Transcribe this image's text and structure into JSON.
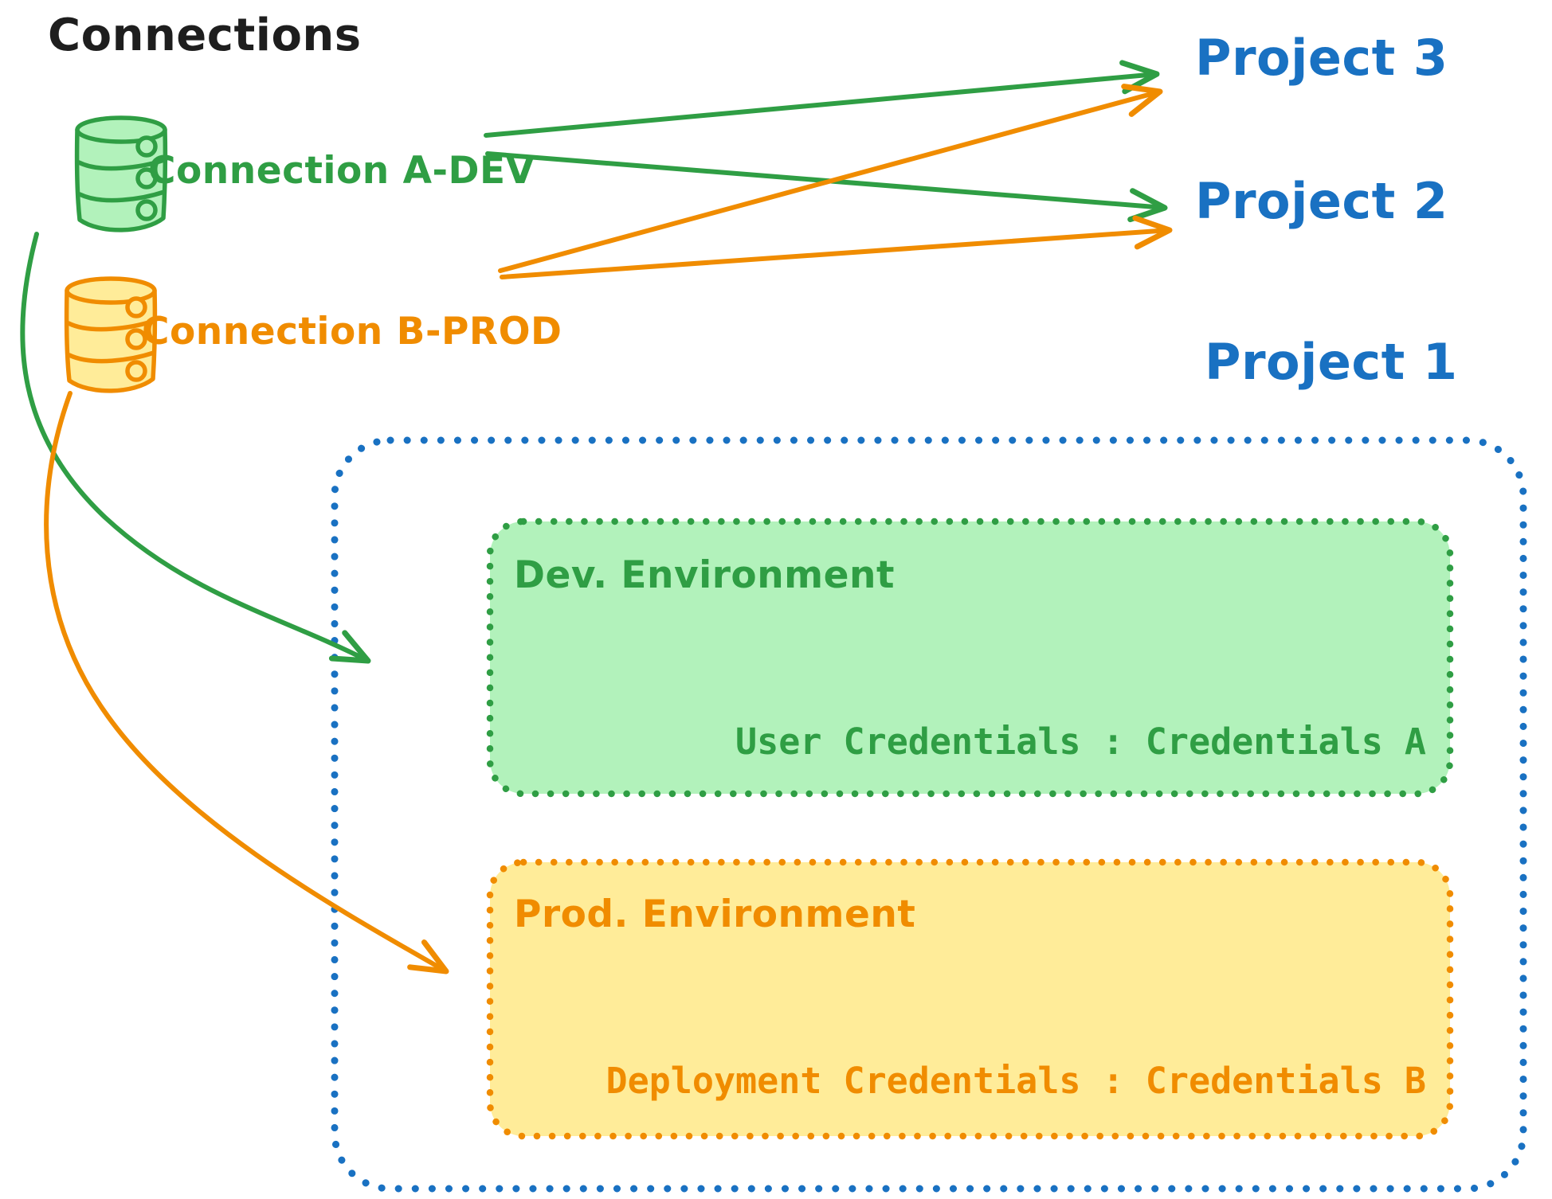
{
  "title": "Connections",
  "colors": {
    "ink": "#1e1e1e",
    "green": "#2f9e44",
    "green_fill": "#b2f2bb",
    "orange": "#f08c00",
    "orange_fill": "#ffec99",
    "blue": "#1971c2"
  },
  "connections": [
    {
      "id": "a-dev",
      "label": "Connection A-DEV",
      "color": "#2f9e44",
      "icon": "database-icon"
    },
    {
      "id": "b-prod",
      "label": "Connection B-PROD",
      "color": "#f08c00",
      "icon": "database-icon"
    }
  ],
  "projects": [
    {
      "label": "Project 3"
    },
    {
      "label": "Project 2"
    },
    {
      "label": "Project 1"
    }
  ],
  "project1_box": {
    "dev_environment": {
      "title": "Dev. Environment",
      "credentials": "User Credentials : Credentials A"
    },
    "prod_environment": {
      "title": "Prod. Environment",
      "credentials": "Deployment Credentials : Credentials B"
    }
  },
  "edges": [
    {
      "from": "Connection A-DEV",
      "to": "Project 3"
    },
    {
      "from": "Connection A-DEV",
      "to": "Project 2"
    },
    {
      "from": "Connection B-PROD",
      "to": "Project 3"
    },
    {
      "from": "Connection B-PROD",
      "to": "Project 2"
    },
    {
      "from": "Connection A-DEV",
      "to": "Dev. Environment"
    },
    {
      "from": "Connection B-PROD",
      "to": "Prod. Environment"
    }
  ]
}
